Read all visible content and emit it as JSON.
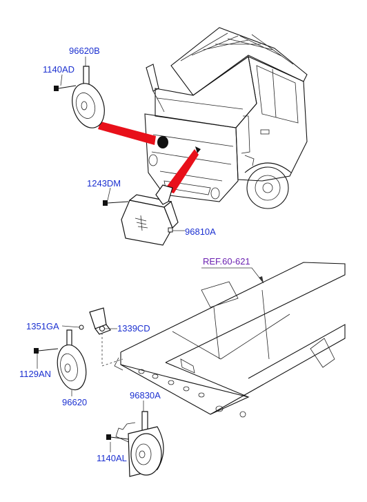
{
  "labels": {
    "part_96620B": "96620B",
    "part_1140AD": "1140AD",
    "part_1243DM": "1243DM",
    "part_96810A": "96810A",
    "ref_60_621": "REF.60-621",
    "part_1351GA": "1351GA",
    "part_1339CD": "1339CD",
    "part_1129AN": "1129AN",
    "part_96620": "96620",
    "part_96830A": "96830A",
    "part_1140AL": "1140AL"
  },
  "colors": {
    "label_blue": "#1a2fd0",
    "reference_purple": "#6a1fb0",
    "pointer_red": "#e8101a",
    "line_black": "#111111"
  }
}
